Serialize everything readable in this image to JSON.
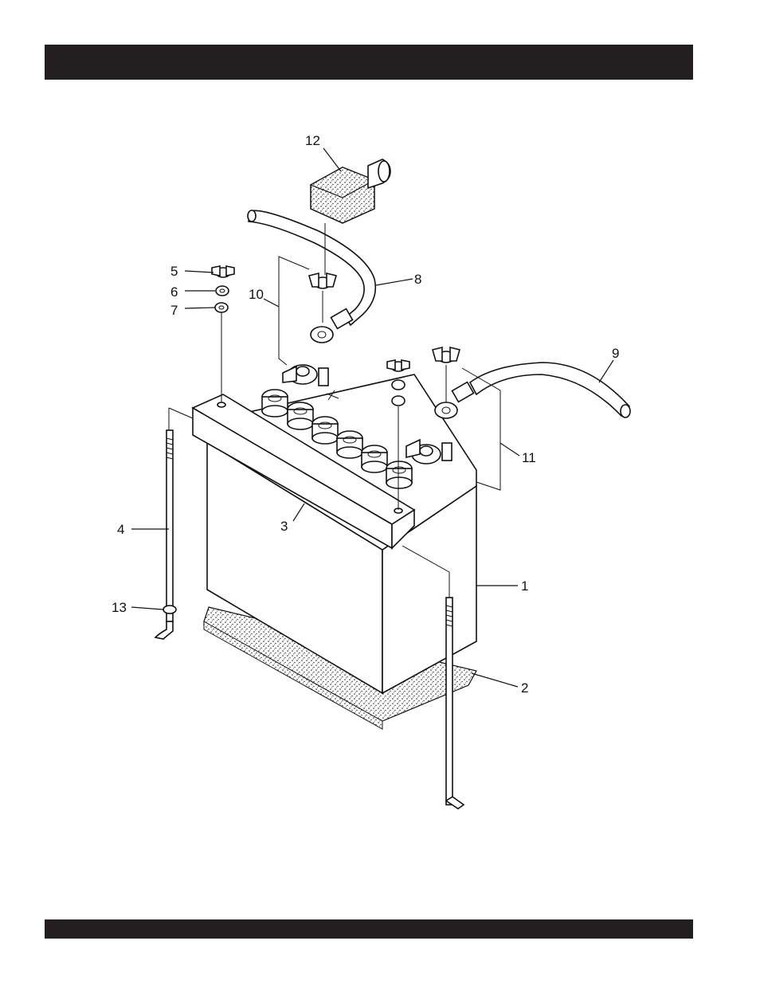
{
  "callouts": {
    "c1": "1",
    "c2": "2",
    "c3": "3",
    "c4": "4",
    "c5": "5",
    "c6": "6",
    "c7": "7",
    "c8": "8",
    "c9": "9",
    "c10": "10",
    "c11": "11",
    "c12": "12",
    "c13": "13"
  },
  "colors": {
    "header_bar": "#231f20",
    "line": "#111111"
  }
}
